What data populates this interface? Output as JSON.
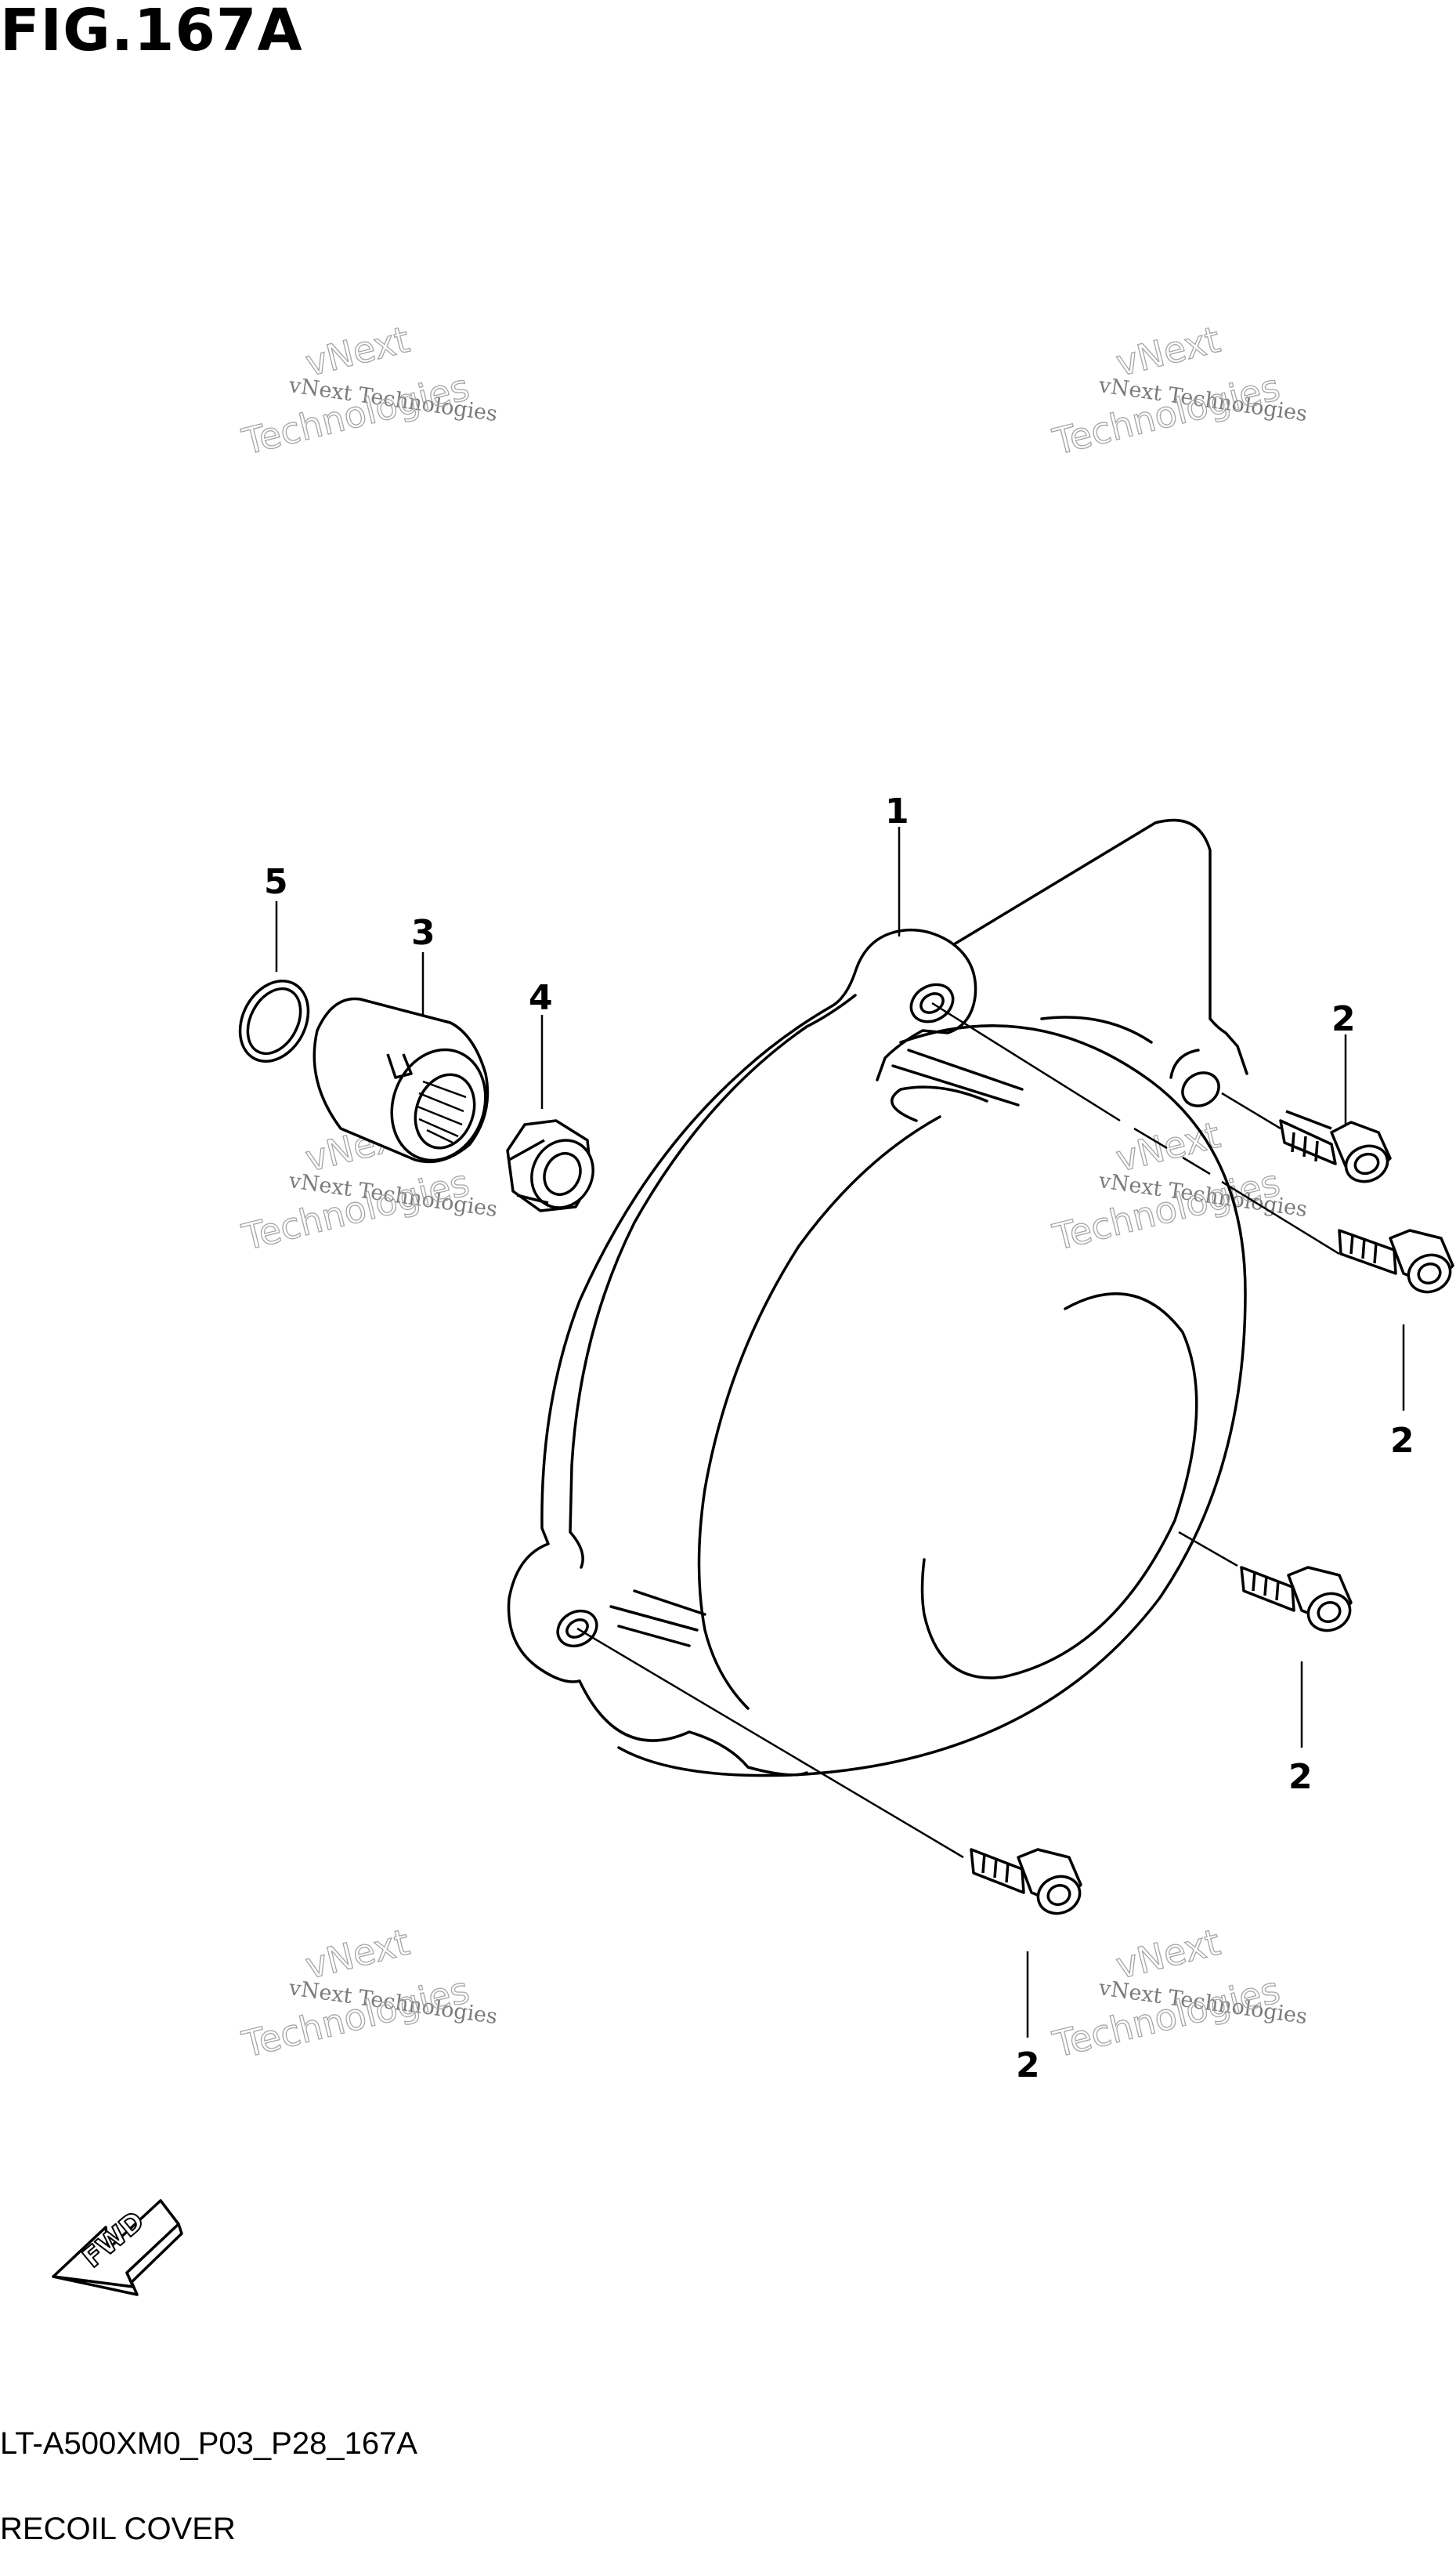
{
  "figure": {
    "title": "FIG.167A",
    "code": "LT-A500XM0_P03_P28_167A",
    "name": "RECOIL COVER"
  },
  "callouts": [
    "1",
    "2",
    "3",
    "4",
    "5"
  ],
  "fwd_label": "FWD",
  "watermark": {
    "line1": "vNext Technologies",
    "line2": "vNext",
    "line3": "Technologies"
  },
  "colors": {
    "ink": "#000000",
    "background": "#ffffff",
    "watermark": "#9a9a9a"
  }
}
